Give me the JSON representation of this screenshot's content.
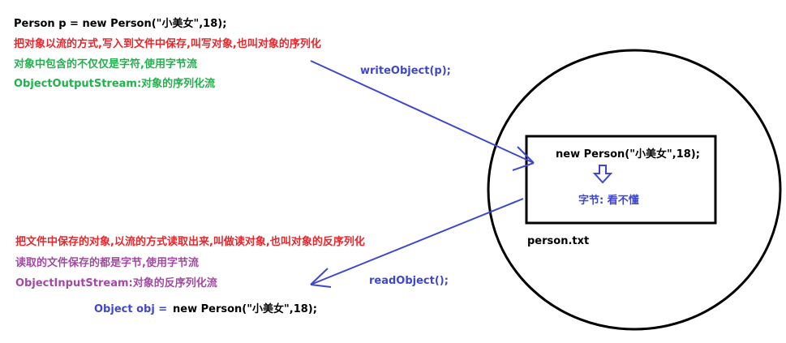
{
  "top": {
    "code_line": "Person p = new Person(\"小美女\",18);",
    "serialize_desc": "把对象以流的方式,写入到文件中保存,叫写对象,也叫对象的序列化",
    "bytes_note": "对象中包含的不仅仅是字符,使用字节流",
    "stream_name": "ObjectOutputStream:对象的序列化流"
  },
  "arrows": {
    "write_label": "writeObject(p);",
    "read_label": "readObject();"
  },
  "file": {
    "content": "new Person(\"小美女\",18);",
    "bytes_label": "字节: 看不懂",
    "filename": "person.txt"
  },
  "bottom": {
    "deserialize_desc": "把文件中保存的对象,以流的方式读取出来,叫做读对象,也叫对象的反序列化",
    "bytes_note": "读取的文件保存的都是字节,使用字节流",
    "stream_name": "ObjectInputStream:对象的反序列化流",
    "result_var": "Object obj =",
    "result_value": "new Person(\"小美女\",18);"
  },
  "colors": {
    "red": "#e8262b",
    "green": "#22b14c",
    "blue": "#3f48cc",
    "purple": "#a349a4",
    "black": "#000000"
  }
}
